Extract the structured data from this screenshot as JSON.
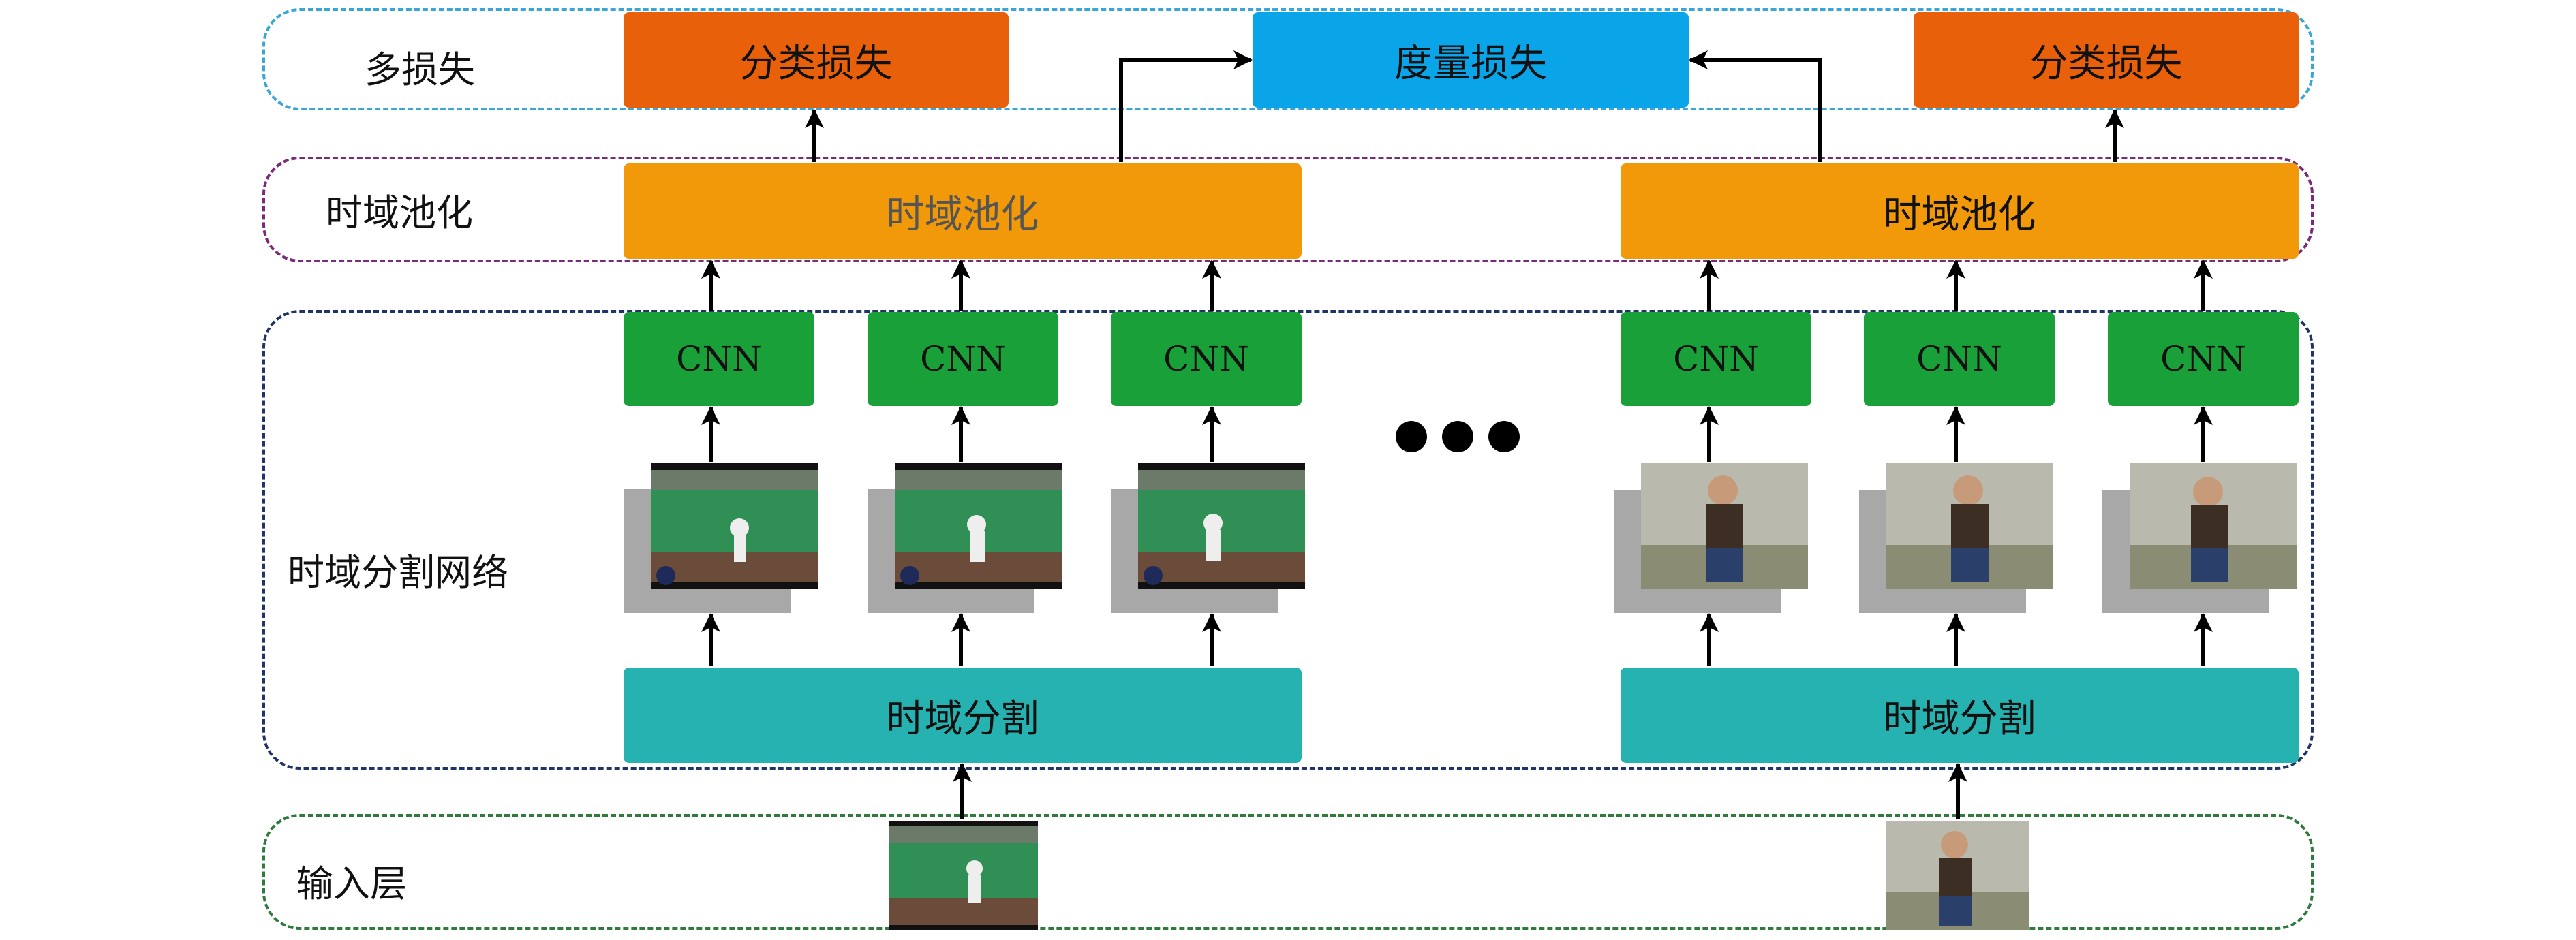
{
  "colors": {
    "loss_region_border": "#3aa6d8",
    "pool_region_border": "#7a2a7c",
    "net_region_border": "#1e3566",
    "input_region_border": "#2f7a3c",
    "classification_loss": "#e8610a",
    "metric_loss": "#0aa5e8",
    "temporal_pooling": "#f2990a",
    "cnn": "#1aa039",
    "temporal_segmentation": "#26b2b0"
  },
  "regions": {
    "multi_loss": {
      "label": "多损失"
    },
    "temporal_pooling": {
      "label": "时域池化"
    },
    "segment_network": {
      "label": "时域分割网络"
    },
    "input_layer": {
      "label": "输入层"
    }
  },
  "boxes": {
    "classification_loss_left": "分类损失",
    "metric_loss": "度量损失",
    "classification_loss_right": "分类损失",
    "temporal_pooling_left": "时域池化",
    "temporal_pooling_right": "时域池化",
    "cnn_labels": [
      "CNN",
      "CNN",
      "CNN",
      "CNN",
      "CNN",
      "CNN"
    ],
    "temporal_segmentation_left": "时域分割",
    "temporal_segmentation_right": "时域分割"
  },
  "images": {
    "left_group": "baseball-pitcher-frame",
    "right_group": "cowboy-hat-man-frame"
  }
}
